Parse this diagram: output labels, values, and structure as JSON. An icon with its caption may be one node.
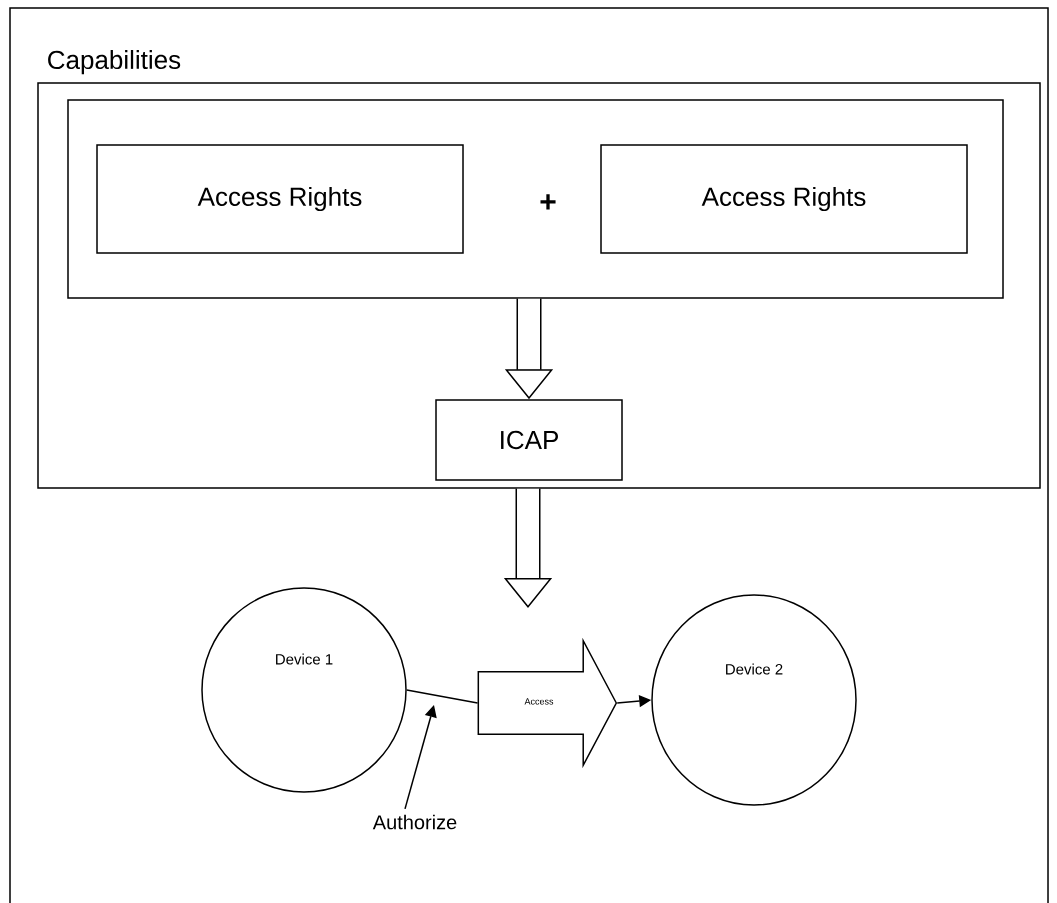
{
  "diagram": {
    "nodes": [
      {
        "text": [
          "Capabilities"
        ]
      },
      {
        "text": [],
        "shape": "box",
        "in": 0
      },
      {
        "text": [
          "Access Rights"
        ],
        "in": 1
      },
      {
        "text": [
          "Access Rights"
        ],
        "in": 1
      },
      {
        "text": [
          "ICAP"
        ],
        "in": 0
      },
      {
        "text": [
          "Device 1"
        ]
      },
      {
        "text": [
          "Device 2"
        ]
      },
      {
        "text": [
          "Access"
        ]
      },
      {
        "text": [
          "Authorize"
        ]
      }
    ],
    "edges": [
      {
        "from": 1,
        "to": 4,
        "arrow": "to",
        "style": "thick"
      },
      {
        "from": 0,
        "to": null,
        "arrow": "to",
        "style": "thick"
      },
      {
        "from": 5,
        "to": 7,
        "arrow": "none"
      },
      {
        "from": 7,
        "to": 6,
        "arrow": "to"
      },
      {
        "from": 8,
        "to": null,
        "arrow": "to"
      }
    ],
    "labels": [
      "+"
    ]
  }
}
